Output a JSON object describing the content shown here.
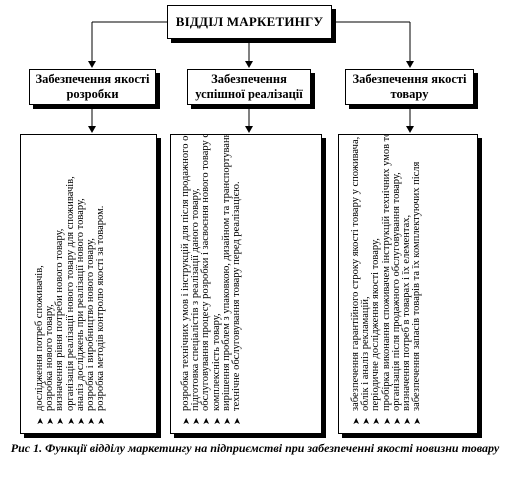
{
  "title": "ВІДДІЛ МАРКЕТИНГУ",
  "branches": [
    {
      "heading": "Забезпечення якості розробки",
      "items": [
        "дослідження потреб споживачів,",
        "розробка нового товару,",
        "визначення рівня потреби нового товару,",
        "організація реалізації нового товару для споживачів,",
        "аналіз досліджень при реалізації нового товару,",
        "розробка і виробництво нового товару,",
        "розробка методів контролю якості за товаром."
      ]
    },
    {
      "heading": "Забезпечення успішної реалізації",
      "items": [
        "розробка технічних умов і інструкцій для після продажного обслуговування,",
        "підготовка спеціалістів з реалізації даного товару,",
        "обслуговування процесу розробки і засвоєння нового товару споживачем,",
        "комплексність товару,",
        "вирішення проблем з упаковкою, дизайном та транспортуванням товару,",
        "технічне обслуговування товару перед реалізацією."
      ]
    },
    {
      "heading": "Забезпечення якості товару",
      "items": [
        "забезпечення гарантійного строку якості товару у споживача,",
        "облік і аналіз рекламацій,",
        "періодичне дослідження якості товару,",
        "пробірка виконання споживачем інструкцій технічних умов товару,",
        "організація після продажного обслуговування товару,",
        "визначення потреб в товарах і їх елементах,",
        "забезпечення запасів товарів та їх комплектуючих після"
      ]
    }
  ],
  "caption": "Рис 1. Функції відділу маркетингу на підприємстві при забезпеченні якості новизни товару",
  "bullet_symbol": "➤"
}
